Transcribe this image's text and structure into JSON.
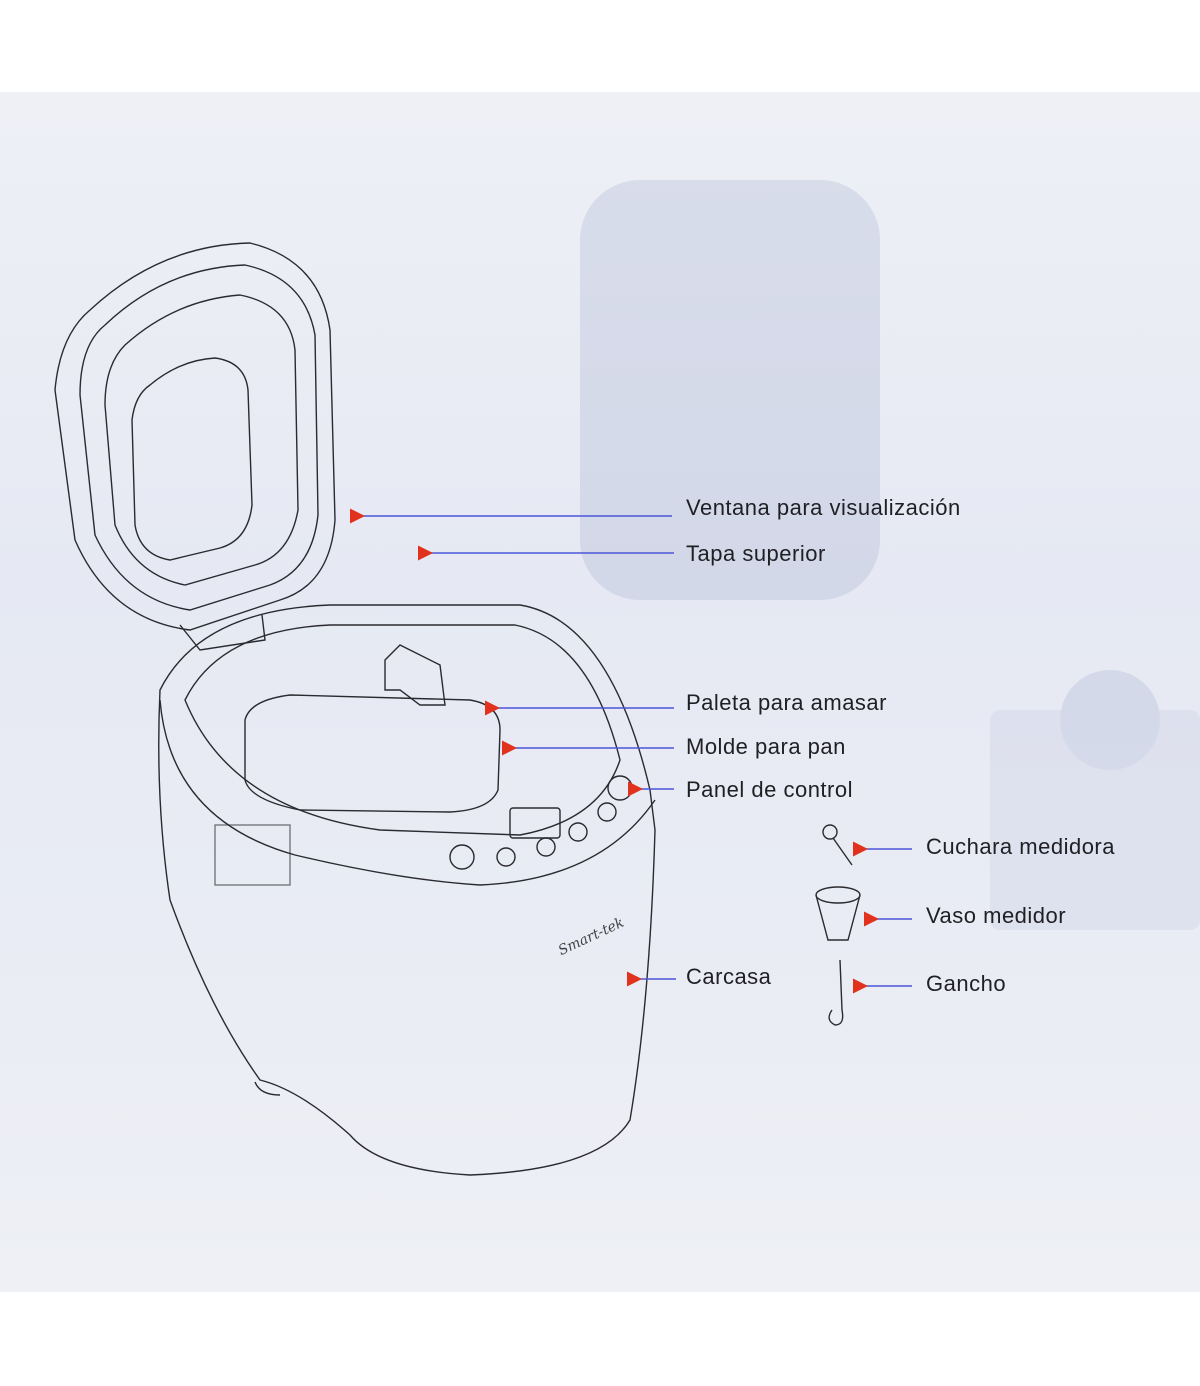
{
  "brand_logo": "Smart-tek",
  "colors": {
    "arrow_line": "#4a55d8",
    "arrow_head": "#e0321c",
    "outline": "#2a2a30",
    "background": "#e8ebf4"
  },
  "labels": [
    {
      "id": "window",
      "text": "Ventana para visualización"
    },
    {
      "id": "lid",
      "text": "Tapa superior"
    },
    {
      "id": "paddle",
      "text": "Paleta para amasar"
    },
    {
      "id": "pan",
      "text": "Molde para pan"
    },
    {
      "id": "panel",
      "text": "Panel de control"
    },
    {
      "id": "spoon",
      "text": "Cuchara medidora"
    },
    {
      "id": "cup",
      "text": "Vaso medidor"
    },
    {
      "id": "hook",
      "text": "Gancho"
    },
    {
      "id": "housing",
      "text": "Carcasa"
    }
  ]
}
